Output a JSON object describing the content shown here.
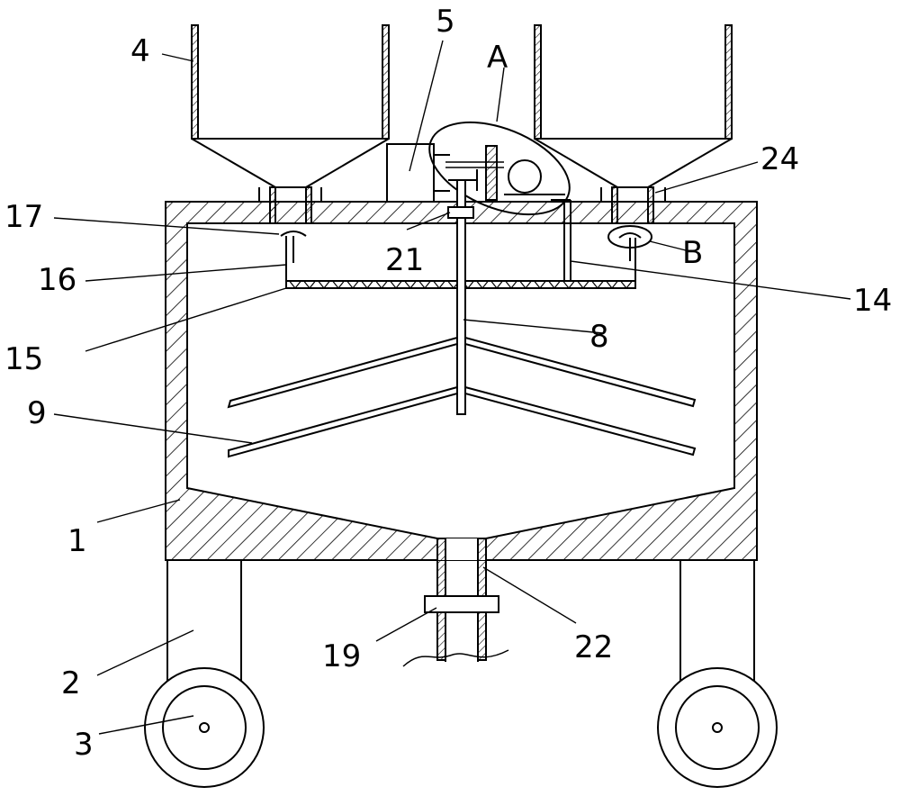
{
  "labels": {
    "l1": "1",
    "l2": "2",
    "l3": "3",
    "l4": "4",
    "l5": "5",
    "l8": "8",
    "l9": "9",
    "l14": "14",
    "l15": "15",
    "l16": "16",
    "l17": "17",
    "l19": "19",
    "l21": "21",
    "l22": "22",
    "l24": "24",
    "lA": "A",
    "lB": "B"
  }
}
